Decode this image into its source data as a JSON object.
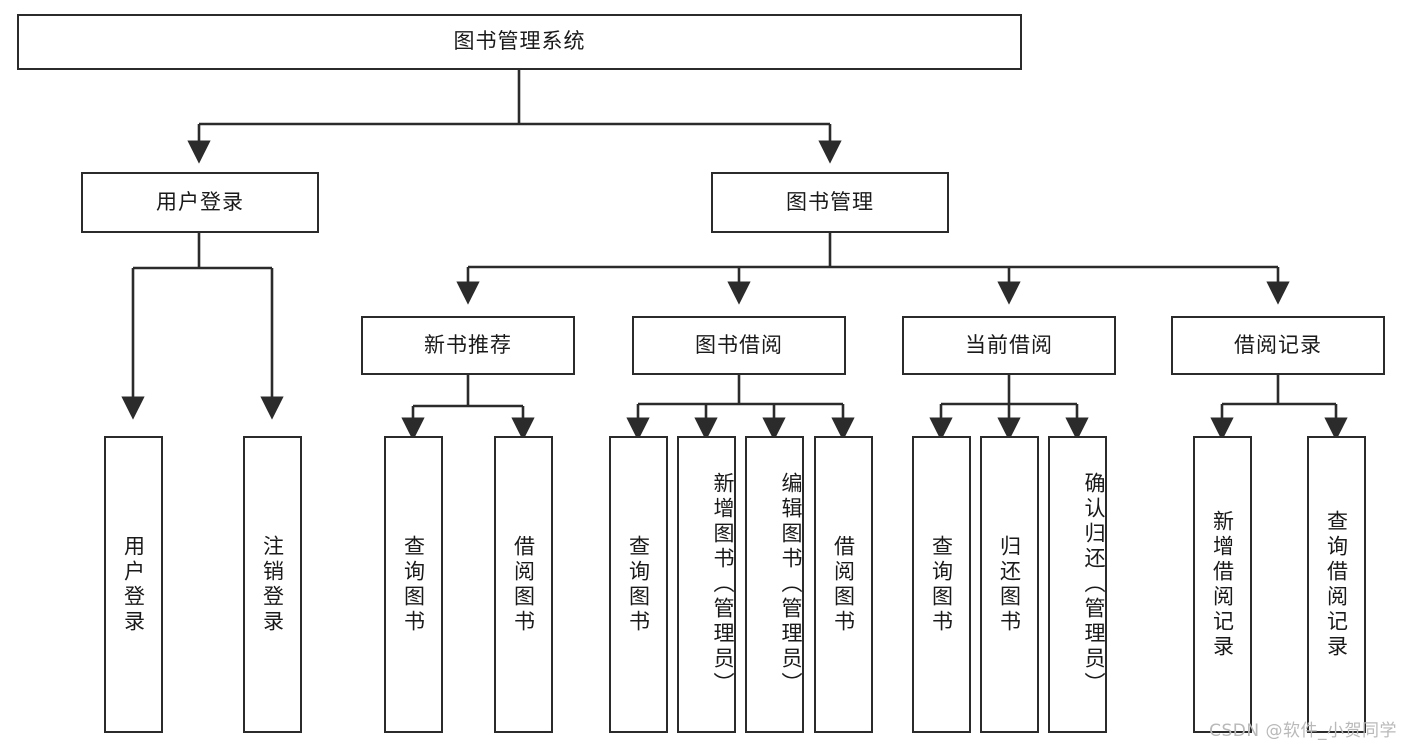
{
  "diagram": {
    "title_node": {
      "label": "图书管理系统"
    },
    "level2": [
      {
        "id": "user-login",
        "label": "用户登录"
      },
      {
        "id": "book-management",
        "label": "图书管理"
      }
    ],
    "level3": [
      {
        "id": "new-book-recommend",
        "label": "新书推荐"
      },
      {
        "id": "book-borrow",
        "label": "图书借阅"
      },
      {
        "id": "current-borrow",
        "label": "当前借阅"
      },
      {
        "id": "borrow-record",
        "label": "借阅记录"
      }
    ],
    "leaves": {
      "user_login": [
        {
          "id": "leaf-user-login",
          "label": "用户登录"
        },
        {
          "id": "leaf-logout",
          "label": "注销登录"
        }
      ],
      "new_book_recommend": [
        {
          "id": "leaf-query-book-1",
          "label": "查询图书"
        },
        {
          "id": "leaf-borrow-book-1",
          "label": "借阅图书"
        }
      ],
      "book_borrow": [
        {
          "id": "leaf-query-book-2",
          "label": "查询图书"
        },
        {
          "id": "leaf-add-book",
          "label": "新增图书（管理员）"
        },
        {
          "id": "leaf-edit-book",
          "label": "编辑图书（管理员）"
        },
        {
          "id": "leaf-borrow-book-2",
          "label": "借阅图书"
        }
      ],
      "current_borrow": [
        {
          "id": "leaf-query-book-3",
          "label": "查询图书"
        },
        {
          "id": "leaf-return-book",
          "label": "归还图书"
        },
        {
          "id": "leaf-confirm-return",
          "label": "确认归还（管理员）"
        }
      ],
      "borrow_record": [
        {
          "id": "leaf-add-record",
          "label": "新增借阅记录"
        },
        {
          "id": "leaf-query-record",
          "label": "查询借阅记录"
        }
      ]
    }
  },
  "watermark": {
    "text": "CSDN @软件_小贺同学"
  },
  "colors": {
    "stroke": "#2b2b2b",
    "background": "#ffffff",
    "text": "#1a1a1a",
    "watermark": "#b9b9b9"
  }
}
